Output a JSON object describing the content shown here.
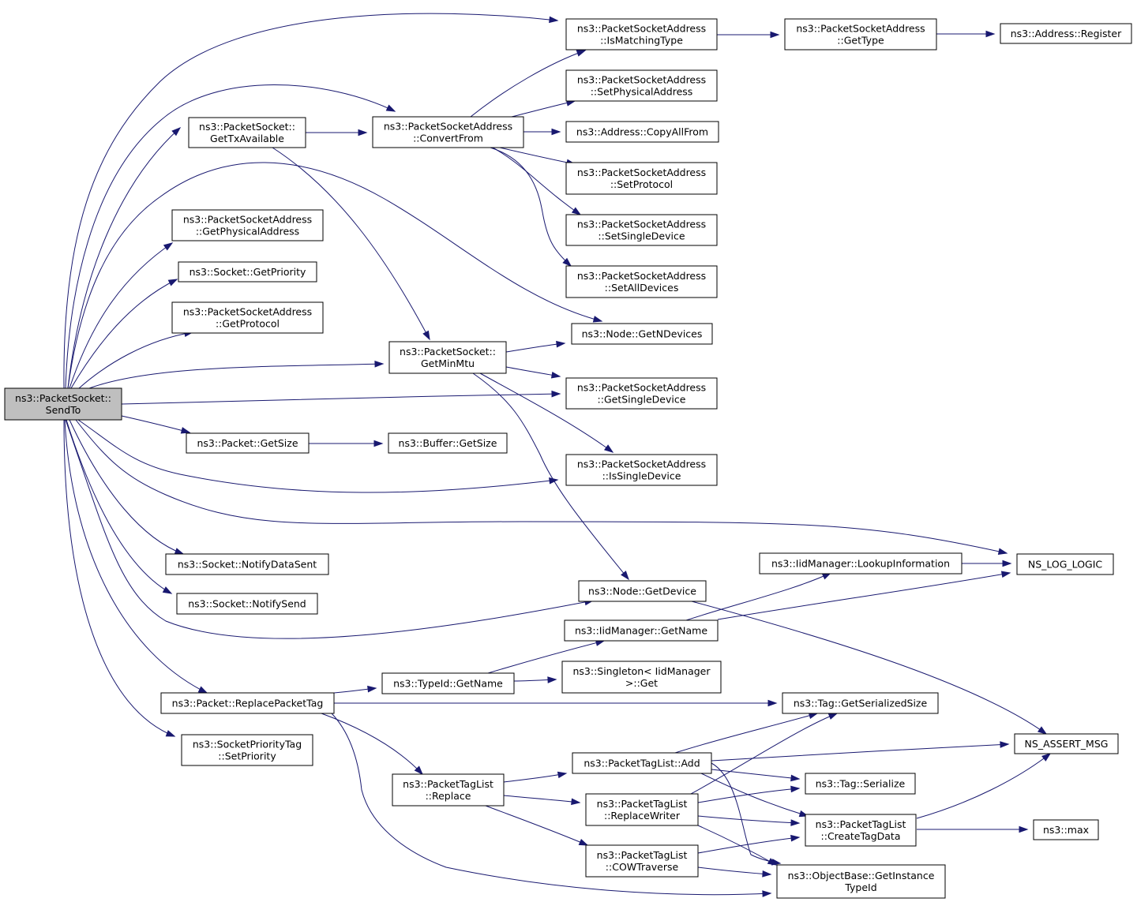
{
  "diagram": {
    "root": "SendTo",
    "nodes": [
      {
        "id": "SendTo",
        "lines": [
          "ns3::PacketSocket::",
          "SendTo"
        ],
        "root": true
      },
      {
        "id": "GetTxAvailable",
        "lines": [
          "ns3::PacketSocket::",
          "GetTxAvailable"
        ]
      },
      {
        "id": "GetPhysicalAddress",
        "lines": [
          "ns3::PacketSocketAddress",
          "::GetPhysicalAddress"
        ]
      },
      {
        "id": "SocketGetPriority",
        "lines": [
          "ns3::Socket::GetPriority"
        ]
      },
      {
        "id": "GetProtocol",
        "lines": [
          "ns3::PacketSocketAddress",
          "::GetProtocol"
        ]
      },
      {
        "id": "GetMinMtu",
        "lines": [
          "ns3::PacketSocket::",
          "GetMinMtu"
        ]
      },
      {
        "id": "PacketGetSize",
        "lines": [
          "ns3::Packet::GetSize"
        ]
      },
      {
        "id": "NotifyDataSent",
        "lines": [
          "ns3::Socket::NotifyDataSent"
        ]
      },
      {
        "id": "NotifySend",
        "lines": [
          "ns3::Socket::NotifySend"
        ]
      },
      {
        "id": "ReplacePacketTag",
        "lines": [
          "ns3::Packet::ReplacePacketTag"
        ]
      },
      {
        "id": "SetPriority",
        "lines": [
          "ns3::SocketPriorityTag",
          "::SetPriority"
        ]
      },
      {
        "id": "ConvertFrom",
        "lines": [
          "ns3::PacketSocketAddress",
          "::ConvertFrom"
        ]
      },
      {
        "id": "BufferGetSize",
        "lines": [
          "ns3::Buffer::GetSize"
        ]
      },
      {
        "id": "TypeIdGetName",
        "lines": [
          "ns3::TypeId::GetName"
        ]
      },
      {
        "id": "PTLReplace",
        "lines": [
          "ns3::PacketTagList",
          "::Replace"
        ]
      },
      {
        "id": "IsMatchingType",
        "lines": [
          "ns3::PacketSocketAddress",
          "::IsMatchingType"
        ]
      },
      {
        "id": "SetPhysicalAddress",
        "lines": [
          "ns3::PacketSocketAddress",
          "::SetPhysicalAddress"
        ]
      },
      {
        "id": "CopyAllFrom",
        "lines": [
          "ns3::Address::CopyAllFrom"
        ]
      },
      {
        "id": "SetProtocol",
        "lines": [
          "ns3::PacketSocketAddress",
          "::SetProtocol"
        ]
      },
      {
        "id": "SetSingleDevice",
        "lines": [
          "ns3::PacketSocketAddress",
          "::SetSingleDevice"
        ]
      },
      {
        "id": "SetAllDevices",
        "lines": [
          "ns3::PacketSocketAddress",
          "::SetAllDevices"
        ]
      },
      {
        "id": "GetNDevices",
        "lines": [
          "ns3::Node::GetNDevices"
        ]
      },
      {
        "id": "GetSingleDevice",
        "lines": [
          "ns3::PacketSocketAddress",
          "::GetSingleDevice"
        ]
      },
      {
        "id": "IsSingleDevice",
        "lines": [
          "ns3::PacketSocketAddress",
          "::IsSingleDevice"
        ]
      },
      {
        "id": "GetDevice",
        "lines": [
          "ns3::Node::GetDevice"
        ]
      },
      {
        "id": "IidGetName",
        "lines": [
          "ns3::IidManager::GetName"
        ]
      },
      {
        "id": "SingletonGet",
        "lines": [
          "ns3::Singleton< IidManager",
          ">::Get"
        ]
      },
      {
        "id": "PTLAdd",
        "lines": [
          "ns3::PacketTagList::Add"
        ]
      },
      {
        "id": "ReplaceWriter",
        "lines": [
          "ns3::PacketTagList",
          "::ReplaceWriter"
        ]
      },
      {
        "id": "COWTraverse",
        "lines": [
          "ns3::PacketTagList",
          "::COWTraverse"
        ]
      },
      {
        "id": "GetTypeAddr",
        "lines": [
          "ns3::PacketSocketAddress",
          "::GetType"
        ]
      },
      {
        "id": "LookupInformation",
        "lines": [
          "ns3::IidManager::LookupInformation"
        ]
      },
      {
        "id": "GetSerializedSize",
        "lines": [
          "ns3::Tag::GetSerializedSize"
        ]
      },
      {
        "id": "TagSerialize",
        "lines": [
          "ns3::Tag::Serialize"
        ]
      },
      {
        "id": "CreateTagData",
        "lines": [
          "ns3::PacketTagList",
          "::CreateTagData"
        ]
      },
      {
        "id": "GetInstanceTypeId",
        "lines": [
          "ns3::ObjectBase::GetInstance",
          "TypeId"
        ]
      },
      {
        "id": "Register",
        "lines": [
          "ns3::Address::Register"
        ]
      },
      {
        "id": "NS_LOG_LOGIC",
        "lines": [
          "NS_LOG_LOGIC"
        ]
      },
      {
        "id": "NS_ASSERT_MSG",
        "lines": [
          "NS_ASSERT_MSG"
        ]
      },
      {
        "id": "max",
        "lines": [
          "ns3::max"
        ]
      }
    ],
    "edges": [
      [
        "SendTo",
        "IsMatchingType"
      ],
      [
        "SendTo",
        "ConvertFrom"
      ],
      [
        "SendTo",
        "GetTxAvailable"
      ],
      [
        "SendTo",
        "GetNDevices"
      ],
      [
        "SendTo",
        "GetPhysicalAddress"
      ],
      [
        "SendTo",
        "SocketGetPriority"
      ],
      [
        "SendTo",
        "GetProtocol"
      ],
      [
        "SendTo",
        "GetMinMtu"
      ],
      [
        "SendTo",
        "GetSingleDevice"
      ],
      [
        "SendTo",
        "PacketGetSize"
      ],
      [
        "SendTo",
        "IsSingleDevice"
      ],
      [
        "SendTo",
        "NS_LOG_LOGIC"
      ],
      [
        "SendTo",
        "NotifyDataSent"
      ],
      [
        "SendTo",
        "NotifySend"
      ],
      [
        "SendTo",
        "GetDevice"
      ],
      [
        "SendTo",
        "ReplacePacketTag"
      ],
      [
        "SendTo",
        "SetPriority"
      ],
      [
        "GetTxAvailable",
        "ConvertFrom"
      ],
      [
        "GetTxAvailable",
        "GetMinMtu"
      ],
      [
        "ConvertFrom",
        "IsMatchingType"
      ],
      [
        "ConvertFrom",
        "SetPhysicalAddress"
      ],
      [
        "ConvertFrom",
        "CopyAllFrom"
      ],
      [
        "ConvertFrom",
        "SetProtocol"
      ],
      [
        "ConvertFrom",
        "SetSingleDevice"
      ],
      [
        "ConvertFrom",
        "SetAllDevices"
      ],
      [
        "IsMatchingType",
        "GetTypeAddr"
      ],
      [
        "GetTypeAddr",
        "Register"
      ],
      [
        "GetMinMtu",
        "GetNDevices"
      ],
      [
        "GetMinMtu",
        "GetSingleDevice"
      ],
      [
        "GetMinMtu",
        "IsSingleDevice"
      ],
      [
        "GetMinMtu",
        "GetDevice"
      ],
      [
        "PacketGetSize",
        "BufferGetSize"
      ],
      [
        "GetDevice",
        "NS_ASSERT_MSG"
      ],
      [
        "IidGetName",
        "LookupInformation"
      ],
      [
        "IidGetName",
        "NS_LOG_LOGIC"
      ],
      [
        "LookupInformation",
        "NS_LOG_LOGIC"
      ],
      [
        "ReplacePacketTag",
        "TypeIdGetName"
      ],
      [
        "ReplacePacketTag",
        "GetSerializedSize"
      ],
      [
        "ReplacePacketTag",
        "PTLReplace"
      ],
      [
        "ReplacePacketTag",
        "GetInstanceTypeId"
      ],
      [
        "TypeIdGetName",
        "IidGetName"
      ],
      [
        "TypeIdGetName",
        "SingletonGet"
      ],
      [
        "PTLReplace",
        "PTLAdd"
      ],
      [
        "PTLReplace",
        "ReplaceWriter"
      ],
      [
        "PTLReplace",
        "COWTraverse"
      ],
      [
        "PTLAdd",
        "GetSerializedSize"
      ],
      [
        "PTLAdd",
        "NS_ASSERT_MSG"
      ],
      [
        "PTLAdd",
        "TagSerialize"
      ],
      [
        "PTLAdd",
        "CreateTagData"
      ],
      [
        "PTLAdd",
        "GetInstanceTypeId"
      ],
      [
        "ReplaceWriter",
        "GetSerializedSize"
      ],
      [
        "ReplaceWriter",
        "TagSerialize"
      ],
      [
        "ReplaceWriter",
        "CreateTagData"
      ],
      [
        "ReplaceWriter",
        "GetInstanceTypeId"
      ],
      [
        "COWTraverse",
        "CreateTagData"
      ],
      [
        "COWTraverse",
        "GetInstanceTypeId"
      ],
      [
        "CreateTagData",
        "NS_ASSERT_MSG"
      ],
      [
        "CreateTagData",
        "max"
      ]
    ]
  }
}
